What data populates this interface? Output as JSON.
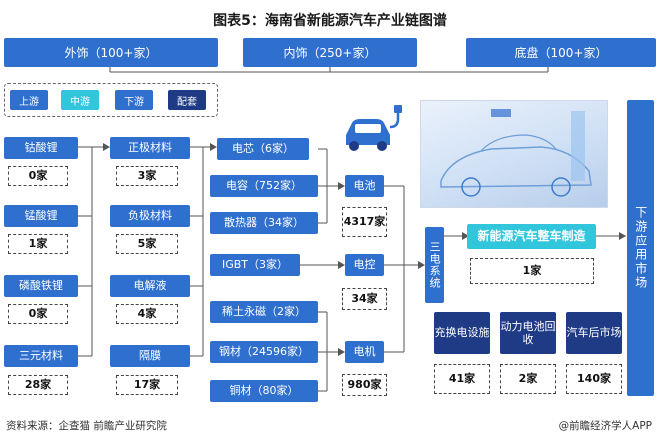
{
  "title": "图表5：海南省新能源汽车产业链图谱",
  "top_bar": {
    "exterior": "外饰（100+家）",
    "interior": "内饰（250+家）",
    "chassis": "底盘（100+家）"
  },
  "legend": {
    "upstream": "上游",
    "midstream": "中游",
    "downstream": "下游",
    "supporting": "配套"
  },
  "column1": [
    {
      "label": "钴酸锂",
      "count": "0家"
    },
    {
      "label": "锰酸锂",
      "count": "1家"
    },
    {
      "label": "磷酸铁锂",
      "count": "0家"
    },
    {
      "label": "三元材料",
      "count": "28家"
    }
  ],
  "column2": [
    {
      "label": "正极材料",
      "count": "3家"
    },
    {
      "label": "负极材料",
      "count": "5家"
    },
    {
      "label": "电解液",
      "count": "4家"
    },
    {
      "label": "隔膜",
      "count": "17家"
    }
  ],
  "column3": {
    "cell": "电芯（6家）",
    "capacitor": "电容（752家）",
    "radiator": "散热器（34家）",
    "igbt": "IGBT（3家）",
    "rare_earth": "稀土永磁（2家）",
    "steel": "钢材（24596家）",
    "copper": "铜材（80家）"
  },
  "column4": {
    "battery": "电池",
    "battery_count": "4317家",
    "control": "电控",
    "control_count": "34家",
    "motor": "电机",
    "motor_count": "980家"
  },
  "three_electric": "三电系统",
  "vehicle": {
    "label": "新能源汽车整车制造",
    "count": "1家"
  },
  "downstream": [
    {
      "label": "充换电设施",
      "count": "41家"
    },
    {
      "label": "动力电池回收",
      "count": "2家"
    },
    {
      "label": "汽车后市场",
      "count": "140家"
    }
  ],
  "downstream_market": "下游应用市场",
  "footer": {
    "source": "资料来源：企查猫 前瞻产业研究院",
    "brand": "@前瞻经济学人APP"
  },
  "colors": {
    "upstream": "#2f6fce",
    "midstream": "#31c6dc",
    "downstream": "#2f6fce",
    "supporting": "#1f3b86"
  }
}
